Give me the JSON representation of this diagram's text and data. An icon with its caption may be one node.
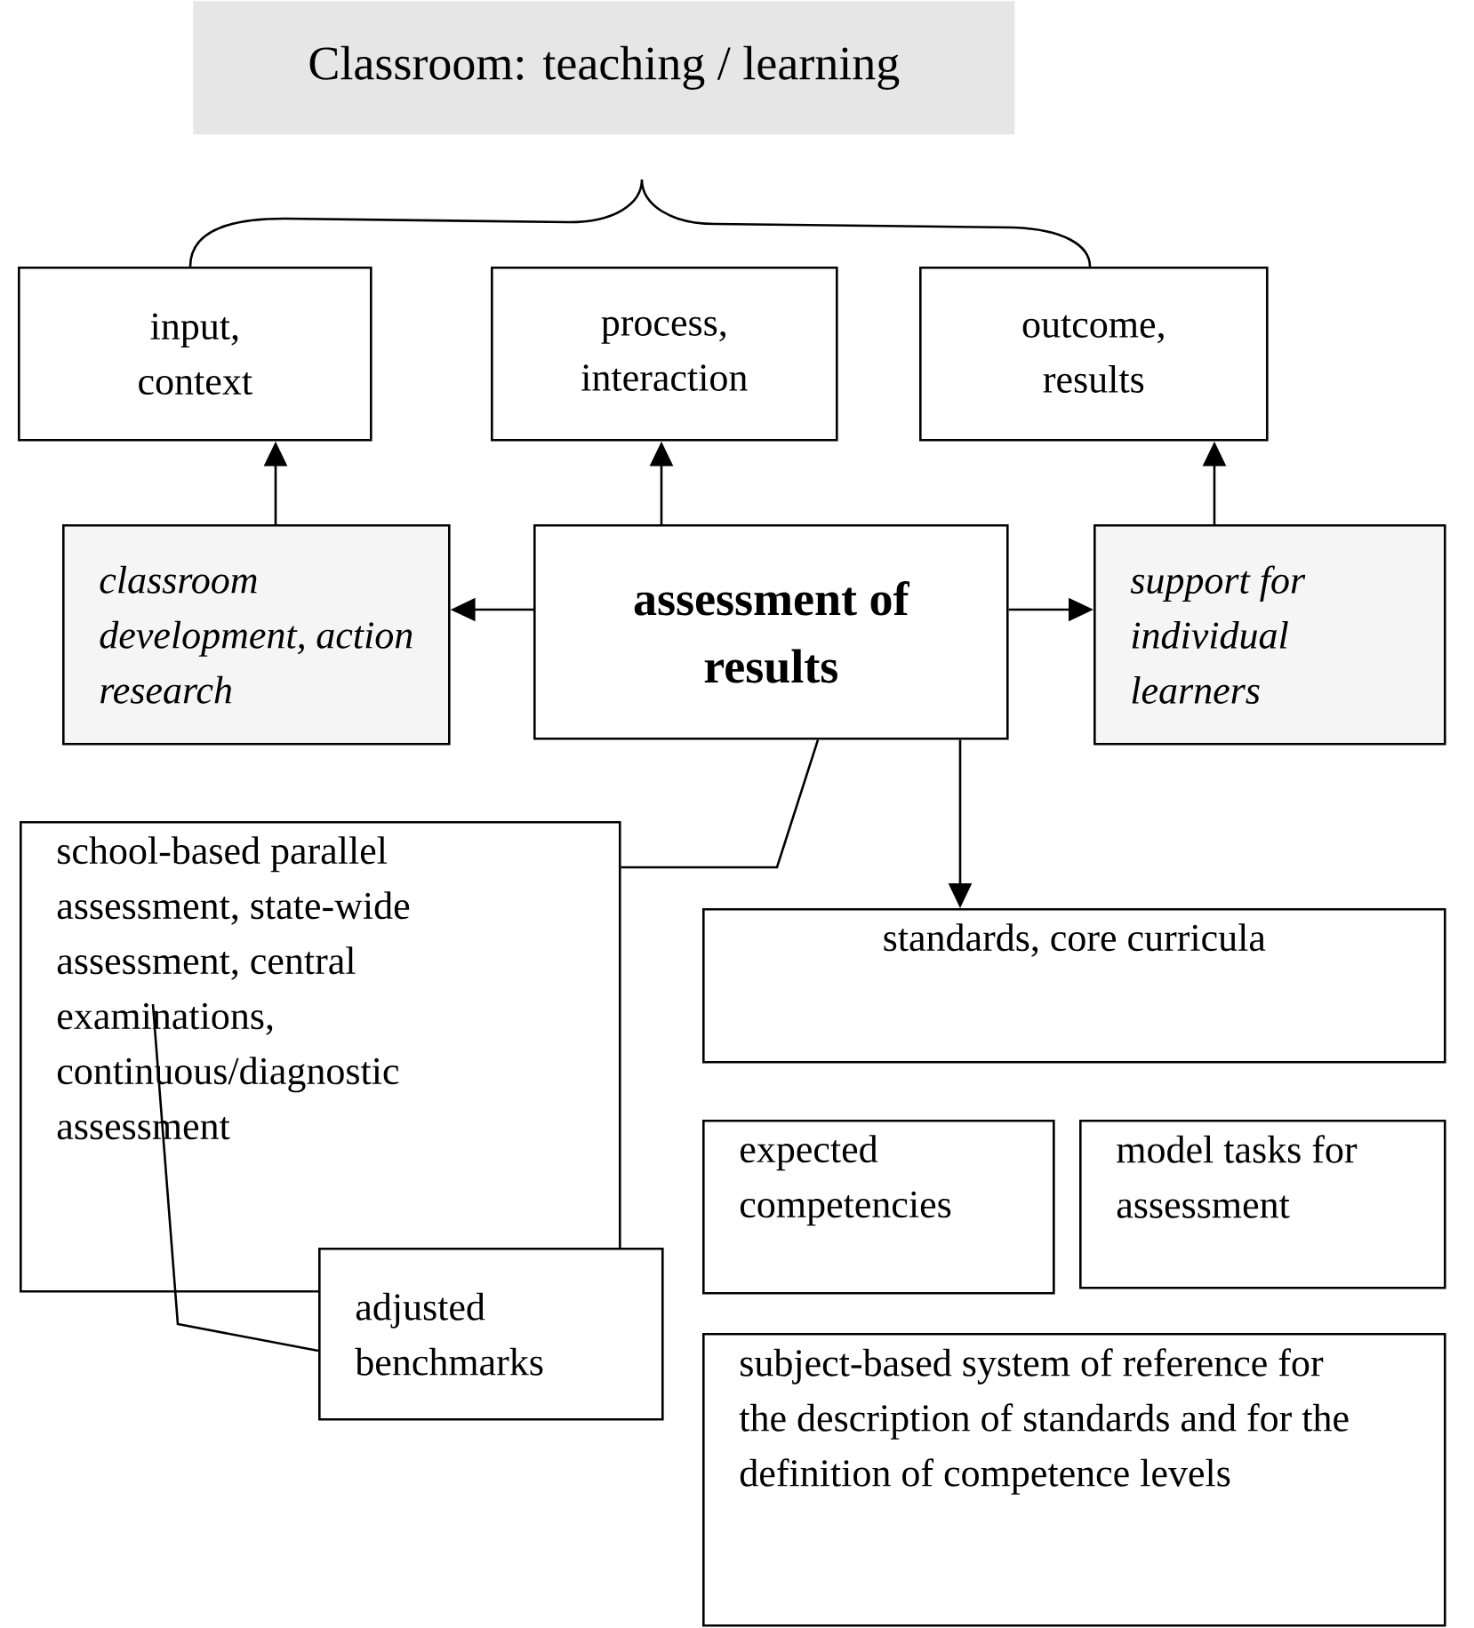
{
  "diagram": {
    "nodes": [
      {
        "text": [
          "Classroom: teaching / learning"
        ]
      },
      {
        "text": [
          "input, context"
        ]
      },
      {
        "text": [
          "process, interaction"
        ]
      },
      {
        "text": [
          "outcome, results"
        ]
      },
      {
        "text": [
          "classroom development, action research"
        ]
      },
      {
        "text": [
          "assessment of results"
        ]
      },
      {
        "text": [
          "support for individual learners"
        ]
      },
      {
        "text": [
          "school-based parallel assessment, state-wide assessment, central examinations, continuous/diagnostic assessment"
        ]
      },
      {
        "text": [
          "adjusted benchmarks"
        ]
      },
      {
        "text": [
          "standards, core curricula"
        ]
      },
      {
        "text": [
          "expected competencies"
        ]
      },
      {
        "text": [
          "model tasks for assessment"
        ]
      },
      {
        "text": [
          "subject-based system of reference for the description of standards and for the definition of competence levels"
        ]
      }
    ],
    "edges": [
      {
        "from": 4,
        "to": 1,
        "arrow": "to"
      },
      {
        "from": 5,
        "to": 2,
        "arrow": "to"
      },
      {
        "from": 6,
        "to": 3,
        "arrow": "to"
      },
      {
        "from": 5,
        "to": 4,
        "arrow": "to"
      },
      {
        "from": 5,
        "to": 6,
        "arrow": "to"
      },
      {
        "from": 5,
        "to": 9,
        "arrow": "to"
      },
      {
        "from": 5,
        "to": 7,
        "arrow": "none"
      },
      {
        "from": 8,
        "to": 7,
        "arrow": "none"
      }
    ]
  }
}
